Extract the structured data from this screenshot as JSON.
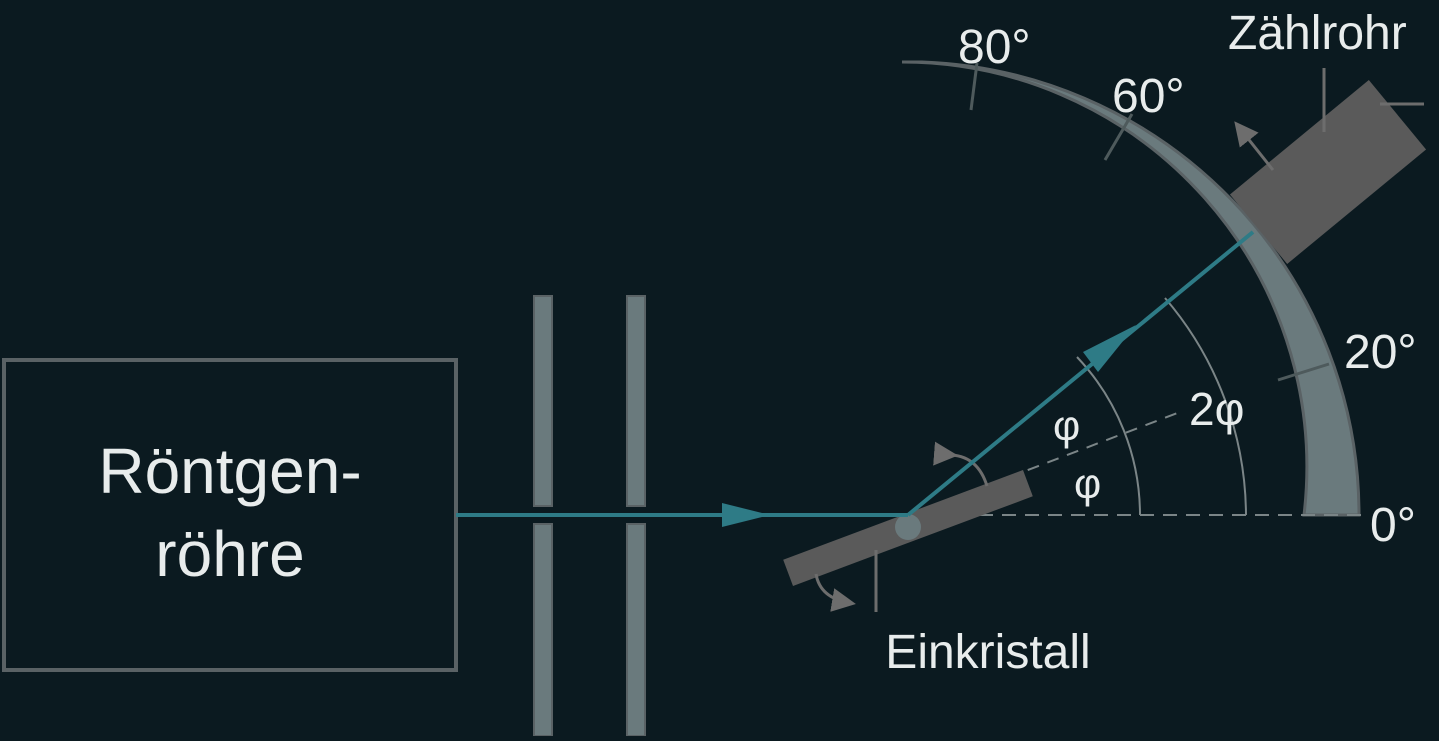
{
  "labels": {
    "tube_line1": "Röntgen-",
    "tube_line2": "röhre",
    "crystal": "Einkristall",
    "counter": "Zählrohr",
    "phi_upper": "φ",
    "phi_lower": "φ",
    "two_phi": "2φ"
  },
  "scale_ticks": [
    "0°",
    "20°",
    "60°",
    "80°"
  ],
  "colors": {
    "background": "#0b1a20",
    "beam": "#2e7b86",
    "scale": "#6a7a7d",
    "component": "#5a5a5a",
    "outline": "#5a6265",
    "text": "#e8ecec"
  },
  "icons": {
    "crystal_rotation": "curved-arrow-icon",
    "counter_rotation": "arrow-icon"
  }
}
